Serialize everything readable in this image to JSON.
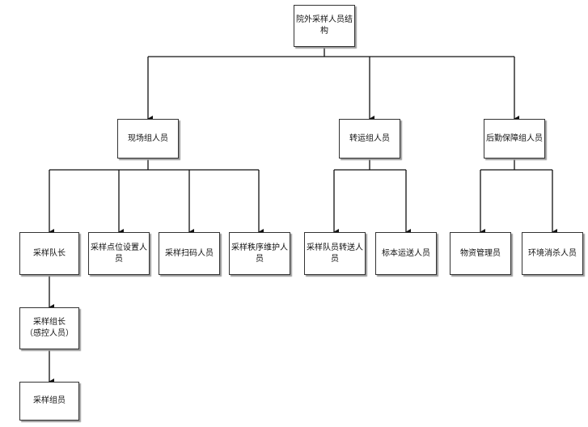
{
  "org_chart": {
    "root": "院外采样人员结构",
    "groups": [
      {
        "label": "现场组人员",
        "members": [
          "采样队长",
          "采样点位设置人员",
          "采样扫码人员",
          "采样秩序维护人员"
        ]
      },
      {
        "label": "转运组人员",
        "members": [
          "采样队员转送人员",
          "标本运送人员"
        ]
      },
      {
        "label": "后勤保障组人员",
        "members": [
          "物资管理员",
          "环境消杀人员"
        ]
      }
    ],
    "leader_chain": {
      "group_leader": {
        "line1": "采样组长",
        "line2": "（感控人员）"
      },
      "member": "采样组员"
    }
  }
}
